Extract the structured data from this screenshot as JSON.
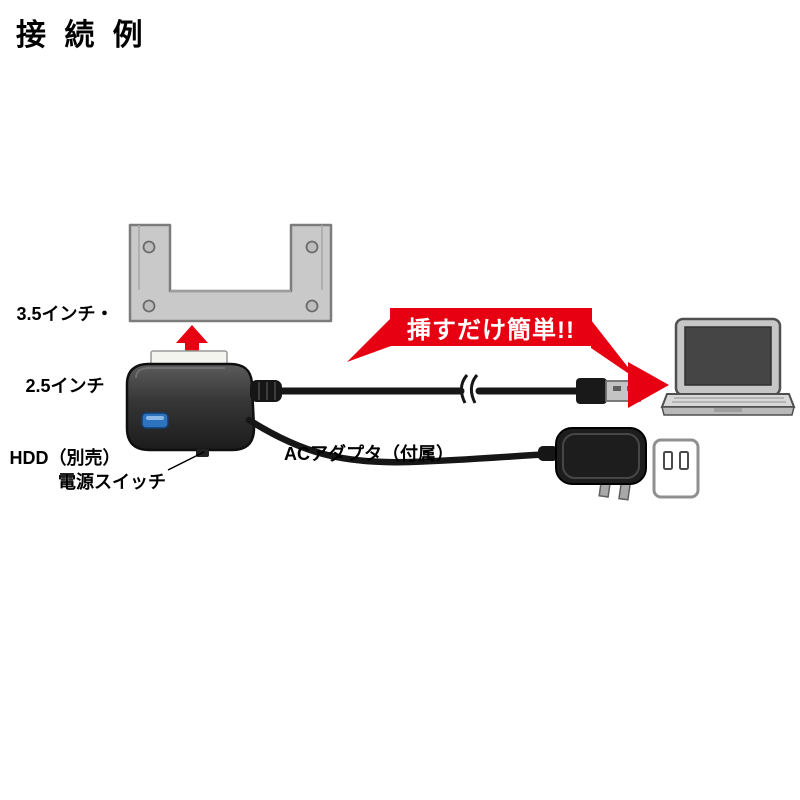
{
  "title": "接 続 例",
  "hdd_label": {
    "line1": "3.5インチ・",
    "line2": "2.5インチ",
    "line3": "HDD（別売）"
  },
  "callout": {
    "text": "挿すだけ簡単!!"
  },
  "labels": {
    "ac_adapter": "ACアダプタ（付属）",
    "power_switch": "電源スイッチ"
  },
  "colors": {
    "accent_red": "#e60012",
    "led_blue": "#2e73bd",
    "background": "#ffffff",
    "text": "#000000"
  }
}
